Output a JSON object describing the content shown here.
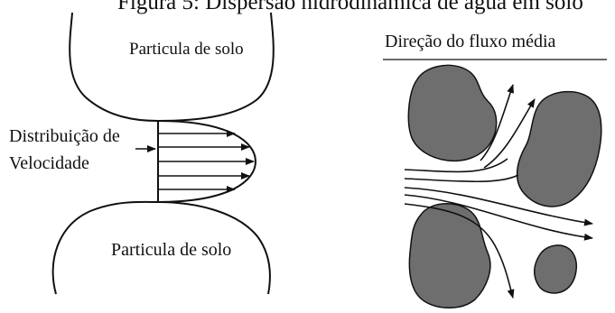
{
  "figure": {
    "caption": "Figura 5: Dispersão hidrodinâmica de água em solo"
  },
  "left_panel": {
    "top_particle_label": "Particula de solo",
    "bottom_particle_label": "Particula de solo",
    "distribution_label_line1": "Distribuição de",
    "distribution_label_line2": "Velocidade"
  },
  "right_panel": {
    "flow_label": "Direção do fluxo média"
  },
  "colors": {
    "grain_fill": "#6e6e6e",
    "line": "#111111"
  }
}
